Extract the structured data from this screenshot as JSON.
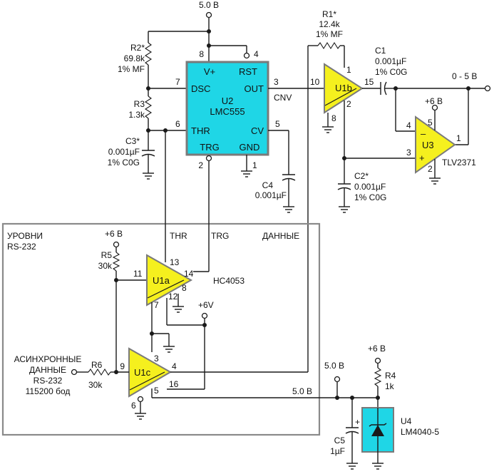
{
  "supply": {
    "v5_top": "5.0 В",
    "v6_u3": "+6 В",
    "v6_r5": "+6 В",
    "v6_u1": "+6V",
    "v5_mid": "5.0 В",
    "v5_line": "5.0 В",
    "v6_r4": "+6 В"
  },
  "u2": {
    "ref": "U2",
    "part": "LMC555",
    "pins": {
      "vplus": "V+",
      "rst": "RST",
      "dsc": "DSC",
      "out": "OUT",
      "thr": "THR",
      "cv": "CV",
      "trg": "TRG",
      "gnd": "GND"
    },
    "pin_nums": {
      "p8": "8",
      "p4": "4",
      "p7": "7",
      "p3": "3",
      "p6": "6",
      "p5": "5",
      "p2": "2",
      "p1": "1"
    }
  },
  "r2": {
    "ref": "R2*",
    "value": "69.8k",
    "tol": "1% MF"
  },
  "r3": {
    "ref": "R3",
    "value": "1.3k"
  },
  "c3": {
    "ref": "C3*",
    "value": "0.001µF",
    "type": "1% C0G"
  },
  "c4": {
    "ref": "C4",
    "value": "0.001µF"
  },
  "r1": {
    "ref": "R1*",
    "value": "12.4k",
    "tol": "1% MF"
  },
  "c1": {
    "ref": "C1",
    "value": "0.001µF",
    "type": "1% C0G"
  },
  "c2": {
    "ref": "C2*",
    "value": "0.001µF",
    "type": "1% C0G"
  },
  "u1b": {
    "ref": "U1b",
    "pins": {
      "p10": "10",
      "p1": "1",
      "p15": "15",
      "p2": "2",
      "p8": "8"
    }
  },
  "u3": {
    "ref": "U3",
    "part": "TLV2371",
    "pins": {
      "p5": "5",
      "p4": "4",
      "p1": "1",
      "p3": "3",
      "p2": "2"
    },
    "minus": "–",
    "plus": "+"
  },
  "output": {
    "label": "0 - 5 В"
  },
  "net": {
    "cnv": "CNV"
  },
  "box": {
    "title_line1": "УРОВНИ",
    "title_line2": "RS-232",
    "col_thr": "THR",
    "col_trg": "TRG",
    "col_data": "ДАННЫЕ"
  },
  "r5": {
    "ref": "R5",
    "value": "30k"
  },
  "u1a": {
    "ref": "U1a",
    "part": "HC4053",
    "pins": {
      "p13": "13",
      "p11": "11",
      "p14": "14",
      "p8": "8",
      "p12": "12",
      "p7": "7"
    }
  },
  "u1c": {
    "ref": "U1c",
    "pins": {
      "p9": "9",
      "p3": "3",
      "p4": "4",
      "p16": "16",
      "p5": "5",
      "p6": "6"
    }
  },
  "input": {
    "line1": "АСИНХРОННЫЕ",
    "line2": "ДАННЫЕ",
    "line3": "RS-232",
    "line4": "115200 бод"
  },
  "r6": {
    "ref": "R6",
    "value": "30k"
  },
  "c5": {
    "ref": "C5",
    "value": "1µF",
    "plus": "+"
  },
  "r4": {
    "ref": "R4",
    "value": "1k"
  },
  "u4": {
    "ref": "U4",
    "part": "LM4040-5"
  }
}
